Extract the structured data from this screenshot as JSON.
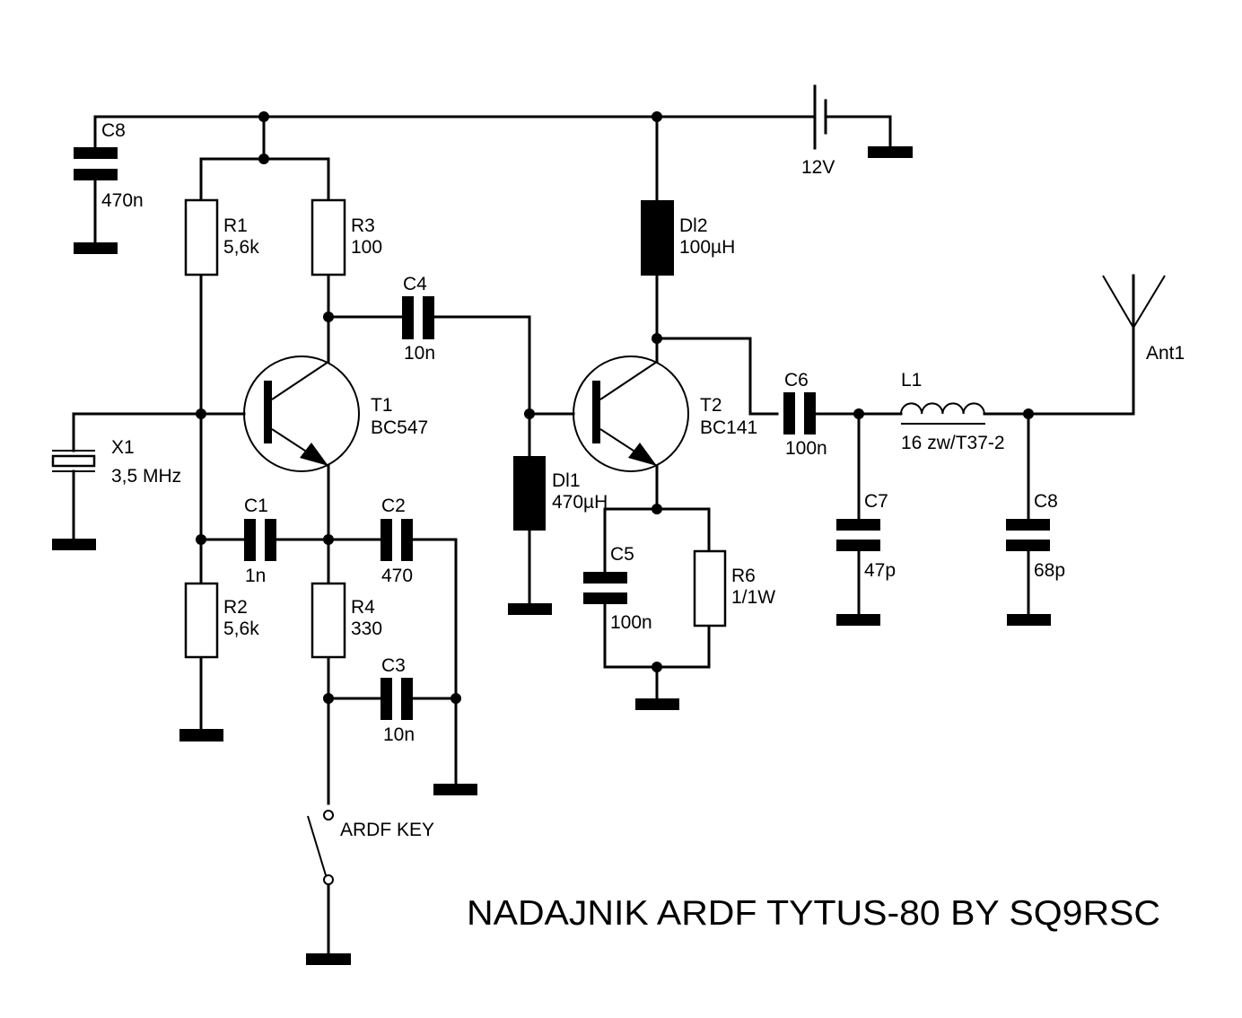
{
  "title": "NADAJNIK ARDF TYTUS-80 BY SQ9RSC",
  "components": {
    "C8_supply": {
      "ref": "C8",
      "value": "470n"
    },
    "R1": {
      "ref": "R1",
      "value": "5,6k"
    },
    "R2": {
      "ref": "R2",
      "value": "5,6k"
    },
    "R3": {
      "ref": "R3",
      "value": "100"
    },
    "R4": {
      "ref": "R4",
      "value": "330"
    },
    "R6": {
      "ref": "R6",
      "value": "1/1W"
    },
    "C1": {
      "ref": "C1",
      "value": "1n"
    },
    "C2": {
      "ref": "C2",
      "value": "470"
    },
    "C3": {
      "ref": "C3",
      "value": "10n"
    },
    "C4": {
      "ref": "C4",
      "value": "10n"
    },
    "C5": {
      "ref": "C5",
      "value": "100n"
    },
    "C6": {
      "ref": "C6",
      "value": "100n"
    },
    "C7": {
      "ref": "C7",
      "value": "47p"
    },
    "C8_out": {
      "ref": "C8",
      "value": "68p"
    },
    "T1": {
      "ref": "T1",
      "value": "BC547"
    },
    "T2": {
      "ref": "T2",
      "value": "BC141"
    },
    "X1": {
      "ref": "X1",
      "value": "3,5 MHz"
    },
    "DL1": {
      "ref": "Dl1",
      "value": "470µH"
    },
    "DL2": {
      "ref": "Dl2",
      "value": "100µH"
    },
    "L1": {
      "ref": "L1",
      "value": "16 zw/T37-2"
    },
    "battery": {
      "value": "12V"
    },
    "antenna": {
      "ref": "Ant1"
    },
    "key": {
      "label": "ARDF KEY"
    }
  }
}
